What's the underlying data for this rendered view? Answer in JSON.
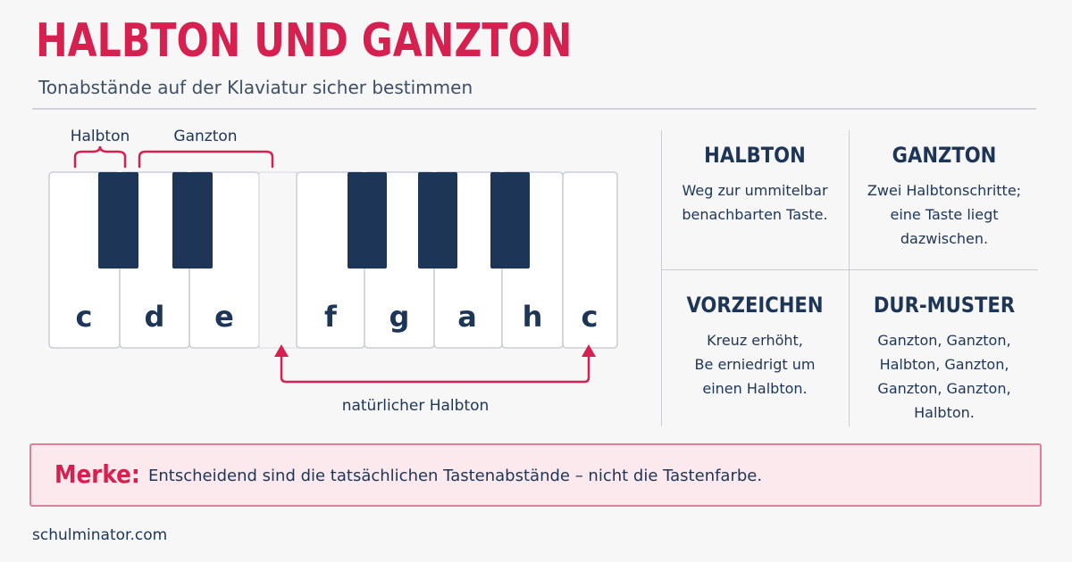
{
  "header": {
    "title": "HALBTON UND GANZTON",
    "subtitle": "Tonabstände auf der Klaviatur sicher bestimmen"
  },
  "keyboard": {
    "white_keys": [
      "c",
      "d",
      "e",
      "f",
      "g",
      "a",
      "h",
      "c"
    ],
    "halbton_label": "Halbton",
    "ganzton_label": "Ganzton",
    "natural_halftone_label": "natürlicher Halbton"
  },
  "info": {
    "halbton": {
      "heading": "HALBTON",
      "text": "Weg zur ummitelbar\nbenachbarten Taste."
    },
    "ganzton": {
      "heading": "GANZTON",
      "text": "Zwei Halbtonschritte;\neine Taste liegt\ndazwischen."
    },
    "vorzeichen": {
      "heading": "VORZEICHEN",
      "text": "Kreuz erhöht,\nBe erniedrigt um\neinen Halbton."
    },
    "dur_muster": {
      "heading": "DUR-MUSTER",
      "text": "Ganzton, Ganzton,\nHalbton, Ganzton,\nGanzton, Ganzton,\nHalbton."
    }
  },
  "merke": {
    "label": "Merke:",
    "text": "Entscheidend sind die tatsächlichen Tastenabstände – nicht die  Tastenfarbe."
  },
  "footer": {
    "site": "schulminator.com"
  },
  "colors": {
    "accent": "#d6204f",
    "navy": "#1d3557",
    "black_key": "#1d3557"
  }
}
